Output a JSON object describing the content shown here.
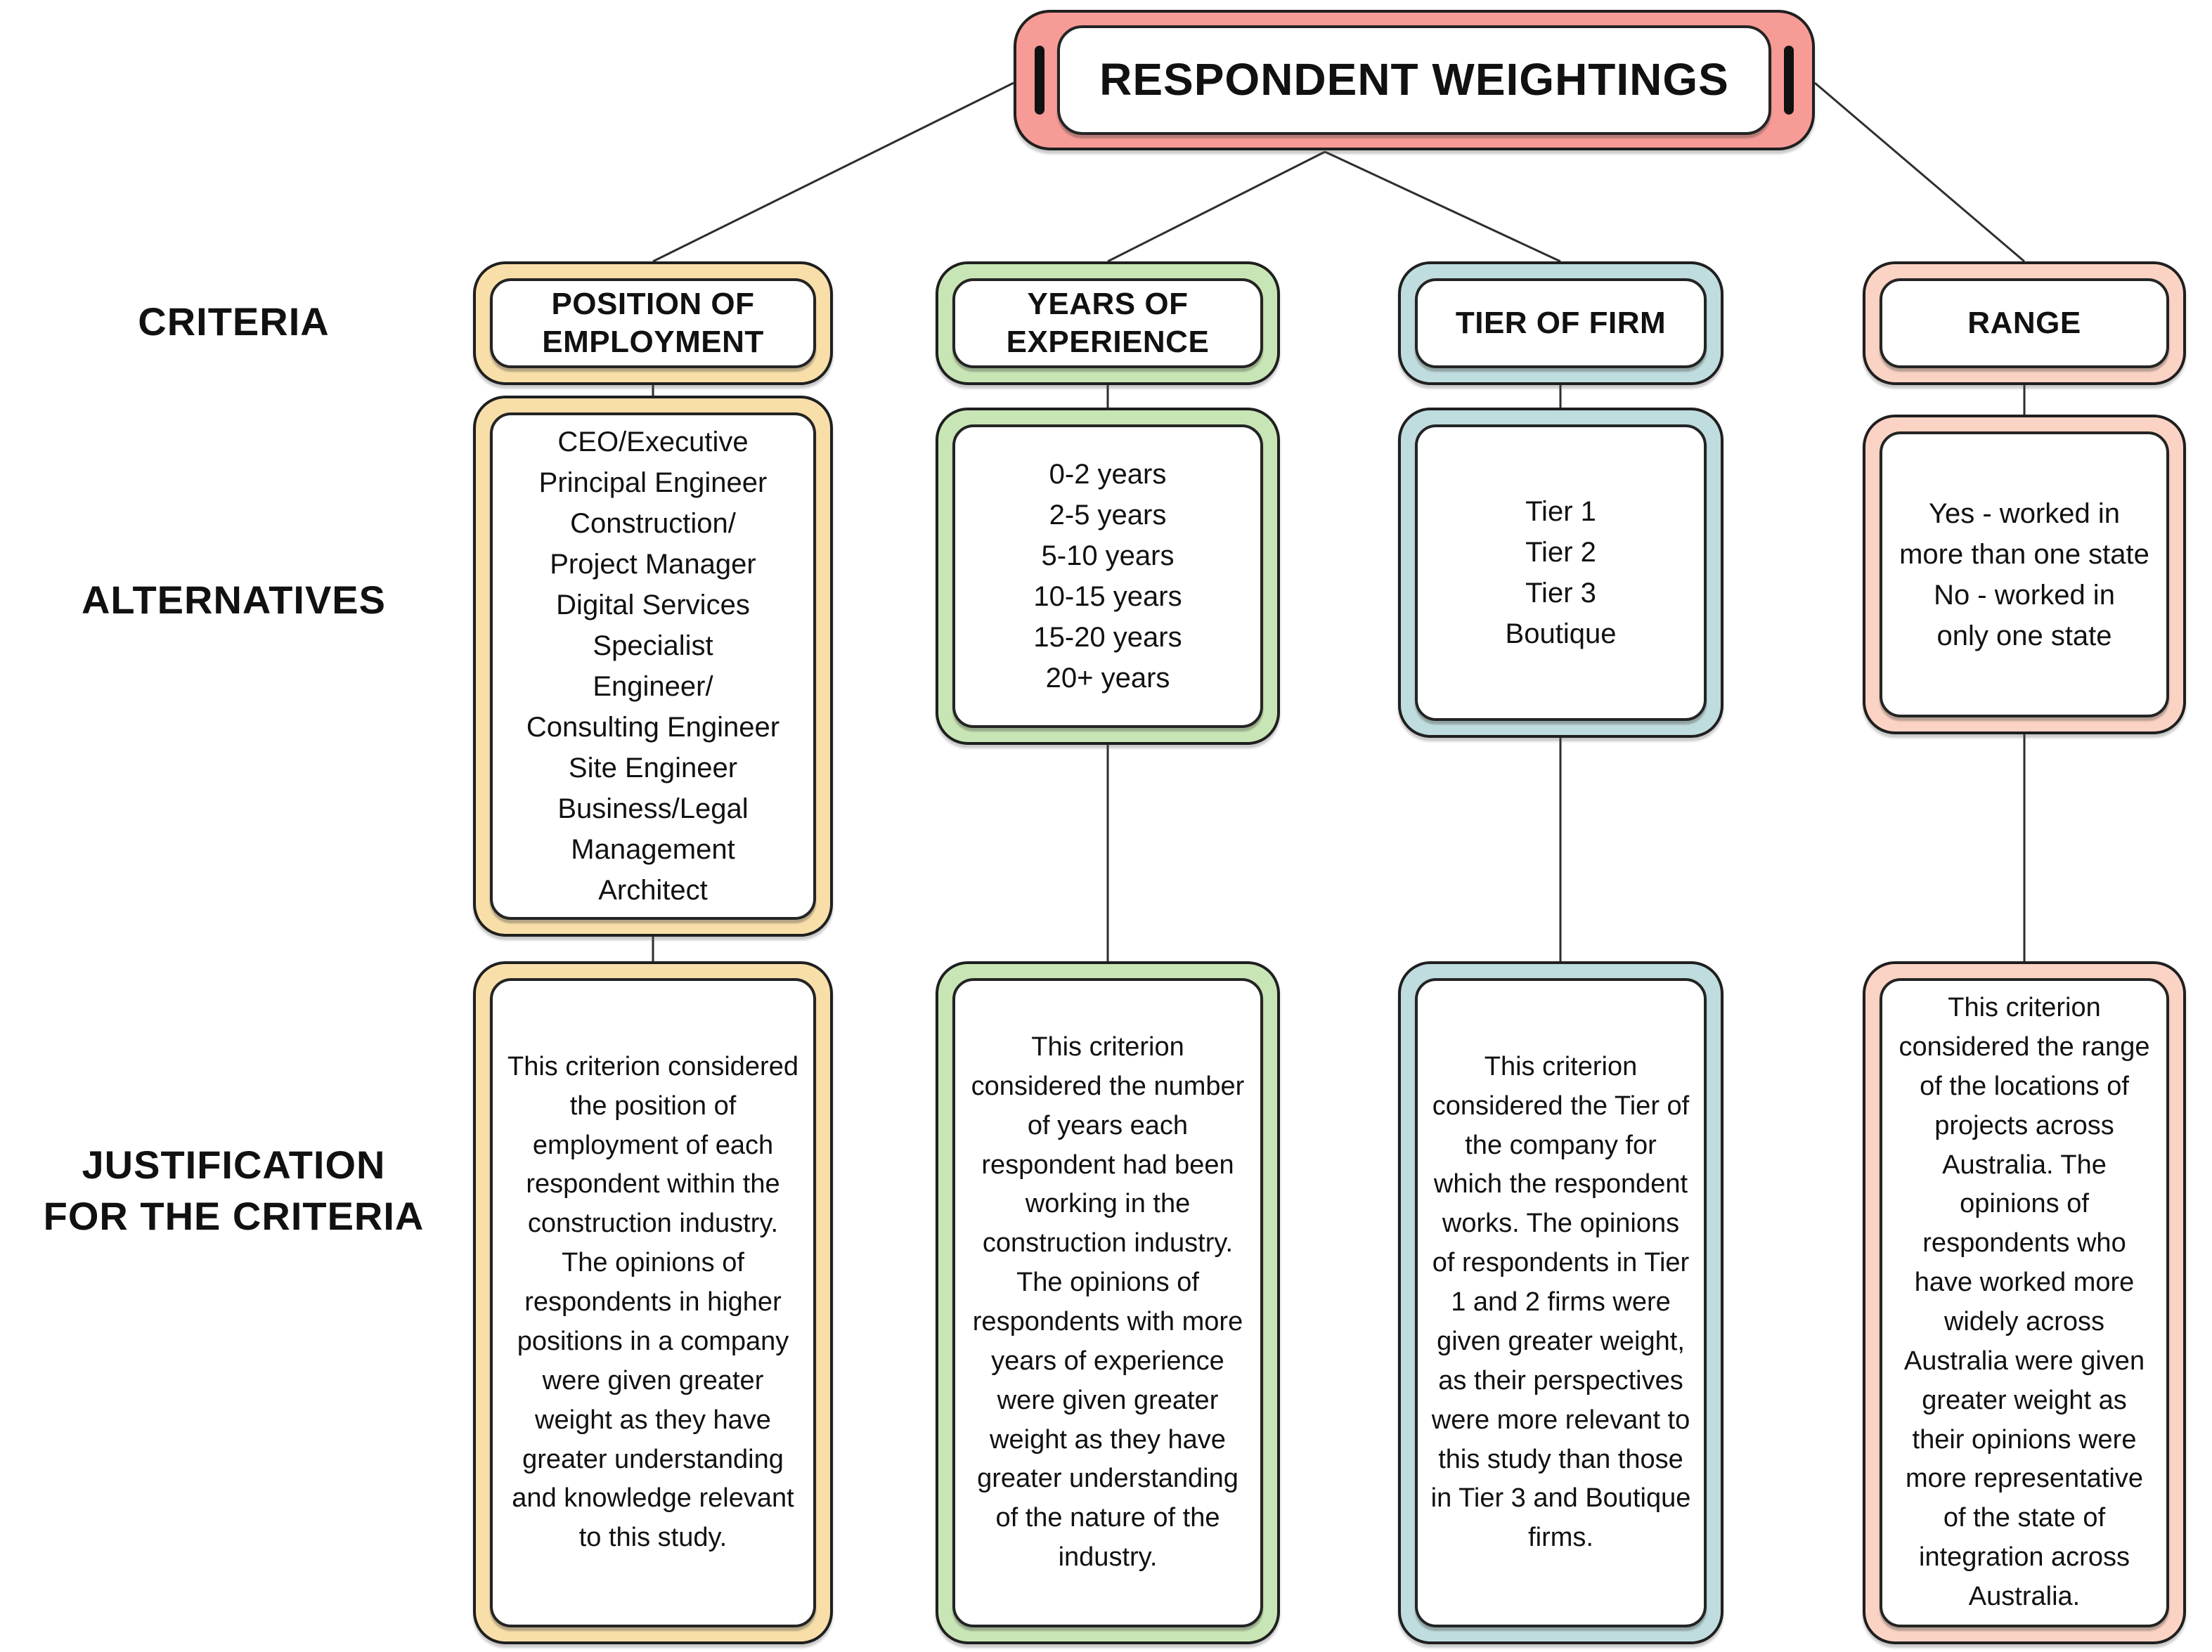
{
  "title": "RESPONDENT WEIGHTINGS",
  "row_labels": {
    "criteria": "CRITERIA",
    "alternatives": "ALTERNATIVES",
    "justification": "JUSTIFICATION\nFOR THE CRITERIA"
  },
  "palette": {
    "title_bg": "#F79B96",
    "outline": "#1F1F1F",
    "connector": "#2E2E2E"
  },
  "columns": [
    {
      "id": "position-of-employment",
      "color": "#F8DFA9",
      "criteria": "POSITION OF EMPLOYMENT",
      "alternatives": [
        "CEO/Executive",
        "Principal Engineer",
        "Construction/ Project Manager",
        "Digital Services Specialist",
        "Engineer/ Consulting Engineer",
        "Site Engineer",
        "Business/Legal Management",
        "Architect"
      ],
      "justification": "This criterion considered the position of employment of each respondent within the construction industry. The opinions of respondents in higher positions in a company were given greater weight as they have greater understanding and knowledge relevant to this study."
    },
    {
      "id": "years-of-experience",
      "color": "#C8E6B5",
      "criteria": "YEARS OF EXPERIENCE",
      "alternatives": [
        "0-2 years",
        "2-5 years",
        "5-10 years",
        "10-15 years",
        "15-20 years",
        "20+ years"
      ],
      "justification": "This criterion considered the number of years each respondent had been working in the construction industry. The opinions of respondents with more years of experience were given greater weight as they have greater understanding of the nature of the industry."
    },
    {
      "id": "tier-of-firm",
      "color": "#BFDCDE",
      "criteria": "TIER OF FIRM",
      "alternatives": [
        "Tier 1",
        "Tier 2",
        "Tier 3",
        "Boutique"
      ],
      "justification": "This criterion considered the Tier of the company for which the respondent works. The opinions of respondents in Tier 1 and 2 firms were given greater weight, as their perspectives were more relevant to this study than those in Tier 3 and Boutique firms."
    },
    {
      "id": "range",
      "color": "#FBD3C4",
      "criteria": "RANGE",
      "alternatives": [
        "Yes - worked in more than one state",
        "No - worked in only one state"
      ],
      "justification": "This criterion considered the range of the locations of projects across Australia. The opinions of respondents who have worked more widely across Australia were given greater weight as their opinions were more representative of the state of integration across Australia."
    }
  ]
}
